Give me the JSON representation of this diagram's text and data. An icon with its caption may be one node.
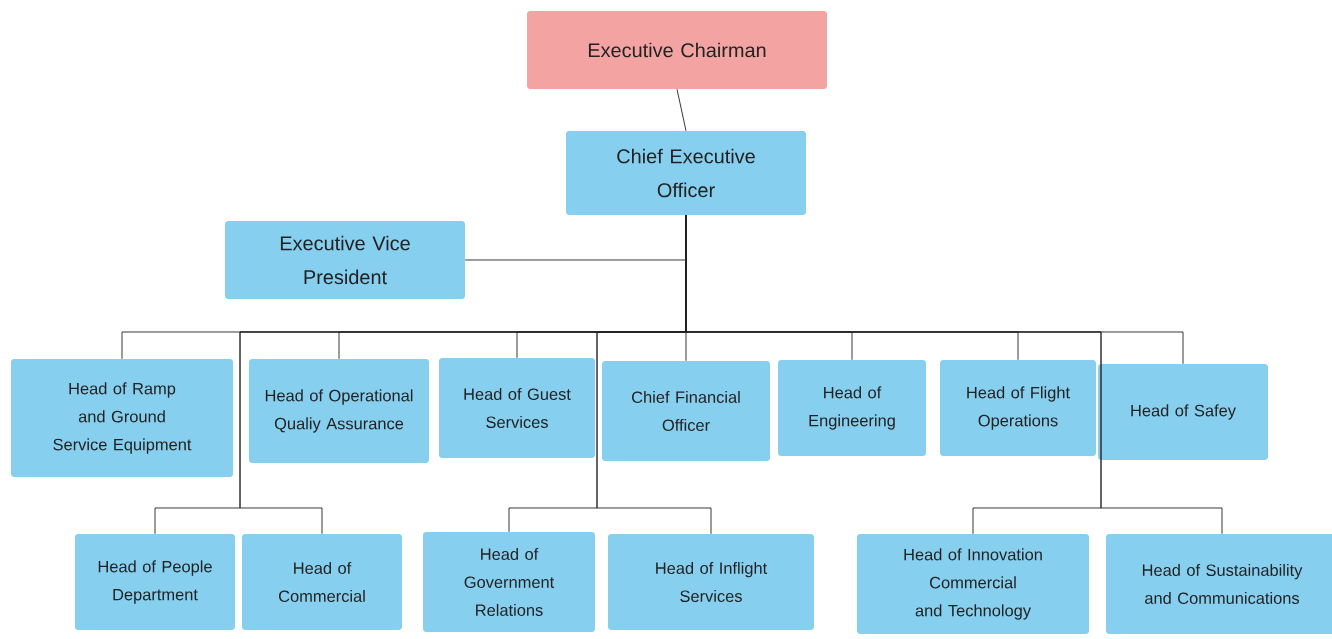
{
  "diagram": {
    "nodes": [
      {
        "text": [
          "Executive Chairman"
        ]
      },
      {
        "text": [
          "Chief Executive Officer"
        ]
      },
      {
        "text": [
          "Executive Vice President"
        ]
      },
      {
        "text": [
          "Head of Ramp and Ground Service Equipment"
        ]
      },
      {
        "text": [
          "Head of Operational Qualiy Assurance"
        ]
      },
      {
        "text": [
          "Head of Guest Services"
        ]
      },
      {
        "text": [
          "Chief Financial Officer"
        ]
      },
      {
        "text": [
          "Head of Engineering"
        ]
      },
      {
        "text": [
          "Head of Flight Operations"
        ]
      },
      {
        "text": [
          "Head of Safey"
        ]
      },
      {
        "text": [
          "Head of People Department"
        ]
      },
      {
        "text": [
          "Head of Commercial"
        ]
      },
      {
        "text": [
          "Head of Government Relations"
        ]
      },
      {
        "text": [
          "Head of Inflight Services"
        ]
      },
      {
        "text": [
          "Head of Innovation Commercial and Technology"
        ]
      },
      {
        "text": [
          "Head of Sustainability and Communications"
        ]
      }
    ],
    "edges": [
      {
        "from": 0,
        "to": 1,
        "arrow": "none"
      },
      {
        "from": 1,
        "to": 2,
        "arrow": "none"
      },
      {
        "from": 1,
        "to": 3,
        "arrow": "none"
      },
      {
        "from": 1,
        "to": 4,
        "arrow": "none"
      },
      {
        "from": 1,
        "to": 5,
        "arrow": "none"
      },
      {
        "from": 1,
        "to": 6,
        "arrow": "none"
      },
      {
        "from": 1,
        "to": 7,
        "arrow": "none"
      },
      {
        "from": 1,
        "to": 8,
        "arrow": "none"
      },
      {
        "from": 1,
        "to": 9,
        "arrow": "none"
      },
      {
        "from": 1,
        "to": 10,
        "arrow": "none"
      },
      {
        "from": 1,
        "to": 11,
        "arrow": "none"
      },
      {
        "from": 1,
        "to": 12,
        "arrow": "none"
      },
      {
        "from": 1,
        "to": 13,
        "arrow": "none"
      },
      {
        "from": 1,
        "to": 14,
        "arrow": "none"
      },
      {
        "from": 1,
        "to": 15,
        "arrow": "none"
      }
    ]
  }
}
